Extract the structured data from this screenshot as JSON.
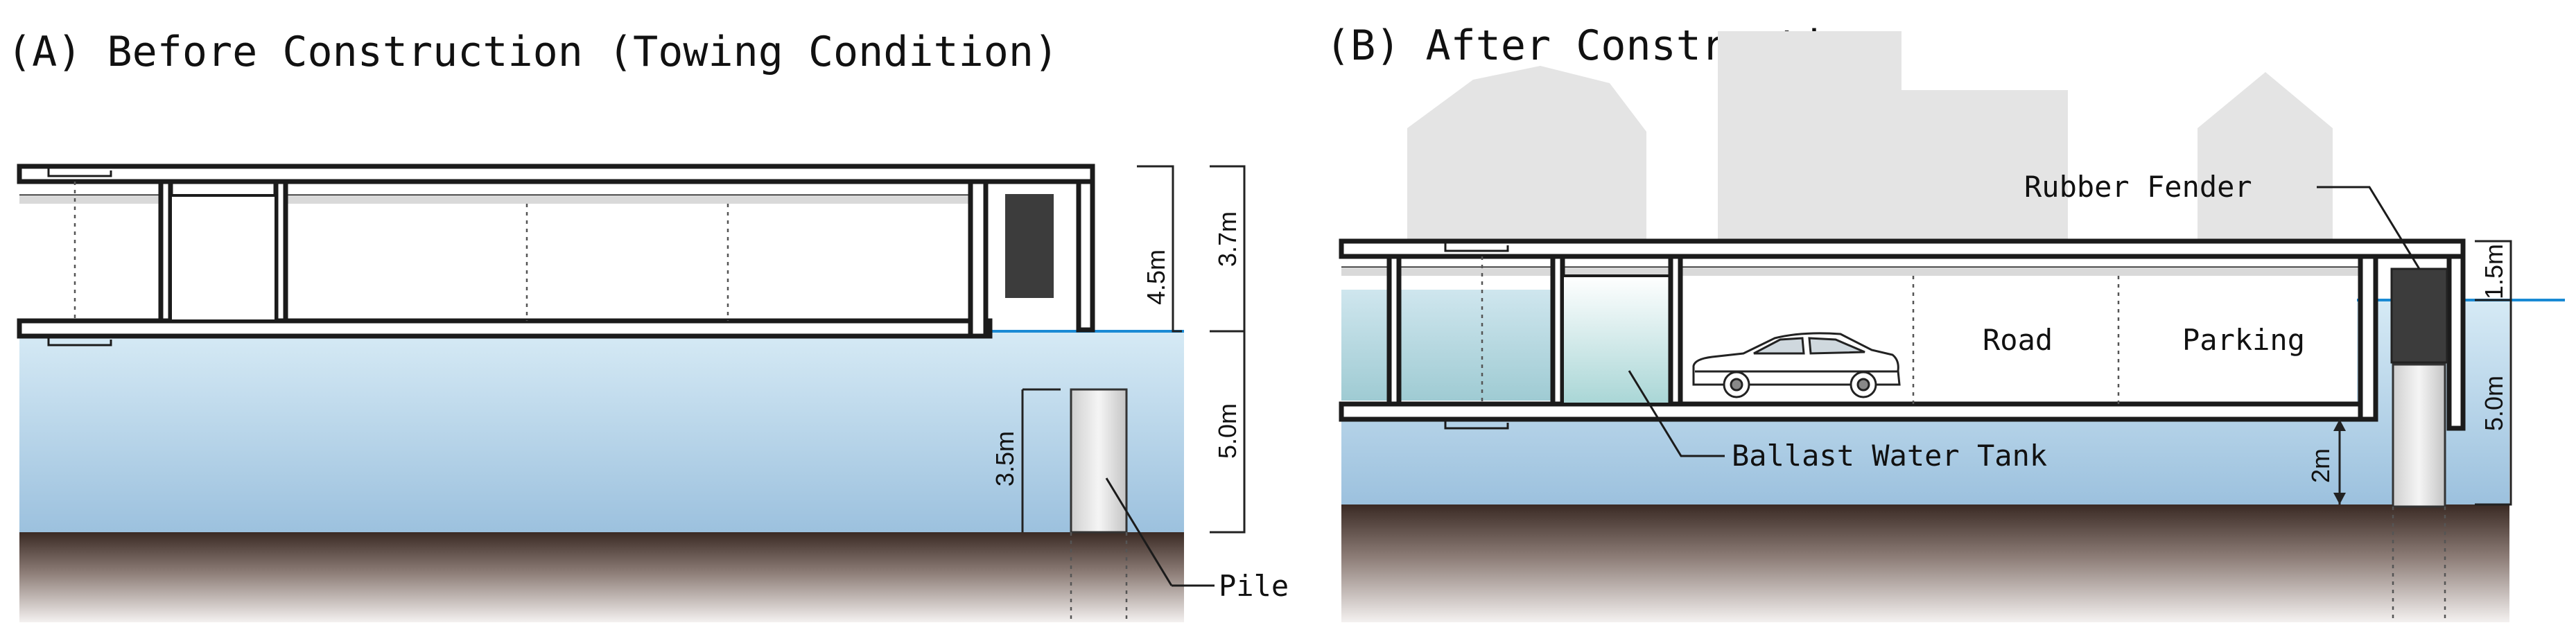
{
  "panel_a": {
    "title": "(A) Before Construction (Towing Condition)",
    "dims": {
      "d1": "4.5m",
      "d2": "3.7m",
      "d3": "3.5m",
      "d4": "5.0m"
    },
    "pile_label": "Pile"
  },
  "panel_b": {
    "title": "(B) After Construction",
    "rubber_fender_label": "Rubber Fender",
    "road_label": "Road",
    "parking_label": "Parking",
    "ballast_label": "Ballast Water Tank",
    "dims": {
      "d1": "1.5m",
      "d2": "5.0m",
      "d3": "2m"
    }
  },
  "colors": {
    "water_top": "#d4e8f3",
    "water_bottom": "#9fc2de",
    "water_line": "#1a8ad4",
    "ground_top": "#3a2a24",
    "ground_bottom": "#f2efee",
    "house": "#e4e4e4",
    "fender": "#3c3c3c"
  }
}
